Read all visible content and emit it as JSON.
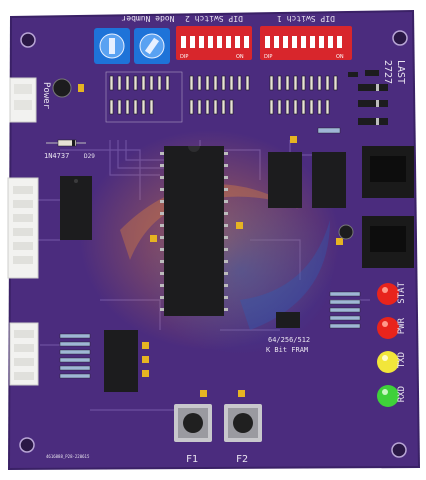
{
  "colors": {
    "background": "#ffffff",
    "pcb": "#4b2c7e",
    "pcb_edge": "#3a2166",
    "silkscreen": "#e9e4f0",
    "copper": "#6d4fa0",
    "ic_body": "#1c1c1e",
    "dip_red": "#d8262c",
    "rotary_blue": "#1e73d8",
    "led_red": "#e8241c",
    "led_yellow": "#f2e63a",
    "led_green": "#3fd13a",
    "connector_white": "#f2f2f0",
    "ethernet_black": "#1a1a1a",
    "button_body": "#202020",
    "button_metal": "#c8c8cc",
    "watermark_orange": "#e7863a",
    "watermark_blue": "#2a5fb8"
  },
  "board": {
    "dip_switch_1_label": "DIP Switch 1",
    "dip_switch_2_label": "DIP Switch 2",
    "node_number_label": "Node Number",
    "last_label": "LAST",
    "part_number": "2727",
    "power_label": "Power",
    "fram_label_1": "64/256/512",
    "fram_label_2": "K Bit FRAM",
    "stat_label": "STAT",
    "pwr_label": "PWR",
    "txd_label": "TXD",
    "rxd_label": "RXD",
    "f1_label": "F1",
    "f2_label": "F2",
    "zener_label": "1N4737",
    "zener_ref": "D29",
    "dip_on": "ON",
    "dip_text": "DIP",
    "footer_text": "4616888_P28-220615"
  }
}
